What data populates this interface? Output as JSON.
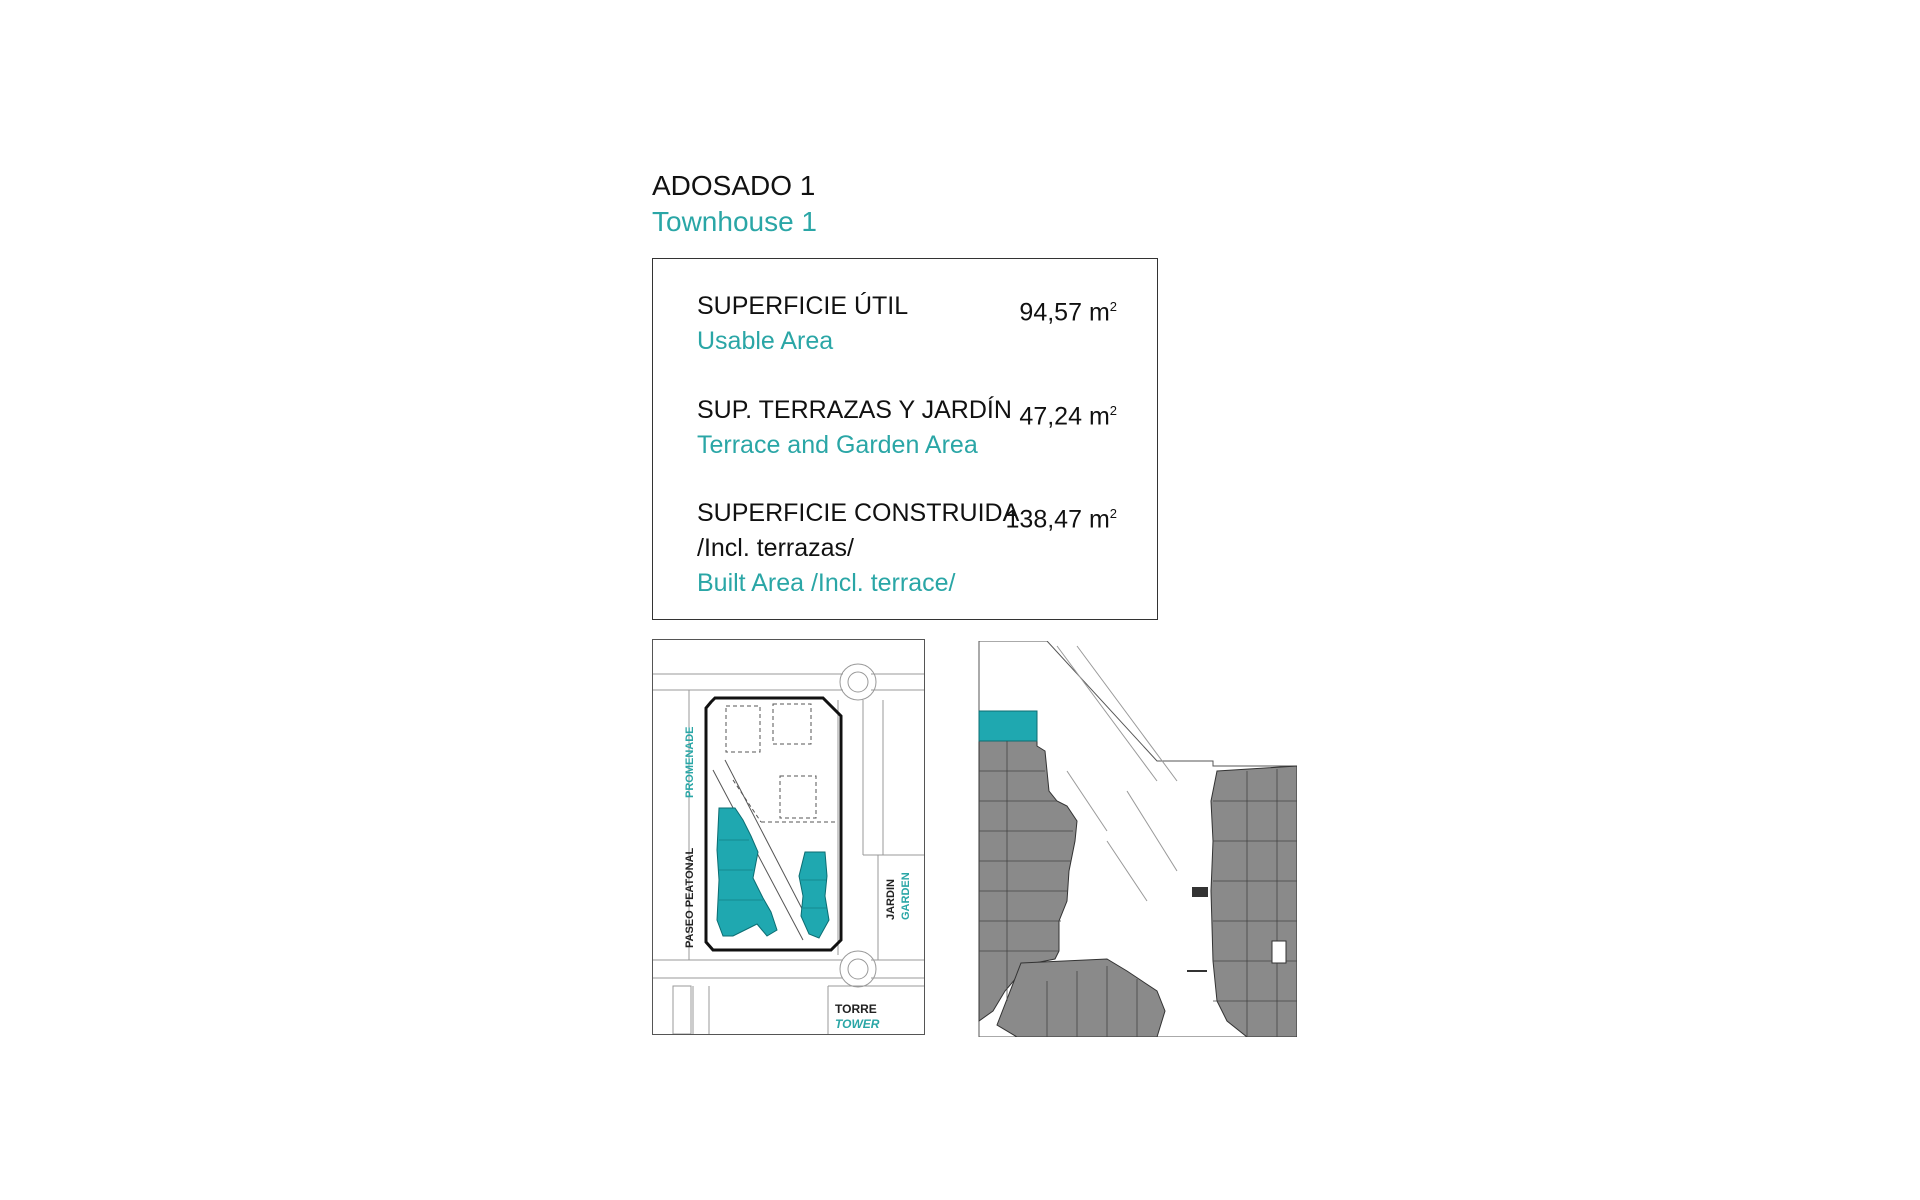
{
  "header": {
    "title_es": "ADOSADO 1",
    "title_en": "Townhouse 1"
  },
  "areas": [
    {
      "label_es": "SUPERFICIE ÚTIL",
      "label_es_2": "",
      "label_en": "Usable Area",
      "value": "94,57",
      "unit": "m",
      "unit_sup": "2"
    },
    {
      "label_es": "SUP. TERRAZAS Y JARDÍN",
      "label_es_2": "",
      "label_en": "Terrace and Garden Area",
      "value": "47,24",
      "unit": "m",
      "unit_sup": "2"
    },
    {
      "label_es": "SUPERFICIE CONSTRUIDA",
      "label_es_2": "/Incl. terrazas/",
      "label_en": "Built Area /Incl. terrace/",
      "value": "138,47",
      "unit": "m",
      "unit_sup": "2"
    }
  ],
  "site_plan": {
    "promenade_es": "PASEO PEATONAL",
    "promenade_en": "PROMENADE",
    "garden_es": "JARDIN",
    "garden_en": "GARDEN",
    "tower_es": "TORRE",
    "tower_en": "TOWER"
  },
  "colors": {
    "accent": "#2aa6a6",
    "highlight": "#1fa8b0",
    "building_gray": "#8a8a8a"
  }
}
